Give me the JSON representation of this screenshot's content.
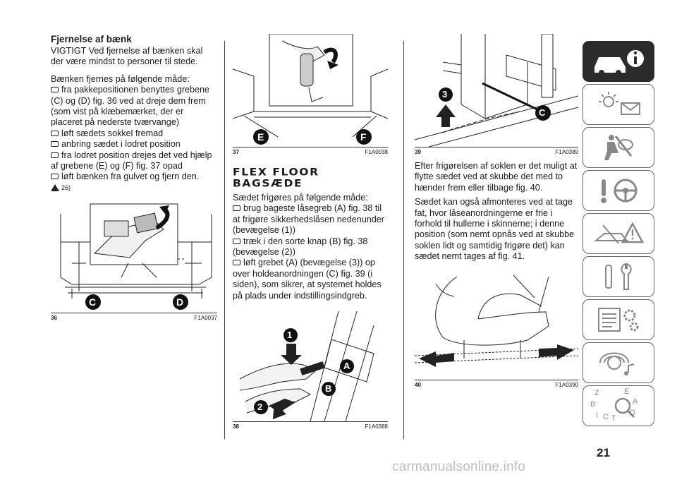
{
  "col1": {
    "heading": "Fjernelse af bænk",
    "warning_para": "VIGTIGT Ved fjernelse af bænken skal der være mindst to personer til stede.",
    "intro": "Bænken fjernes på følgende måde:",
    "bullets": [
      "fra pakkepositionen benyttes grebene (C) og (D) fig. 36 ved at dreje dem frem (som vist på klæbemærket, der er placeret på nederste tværvange)",
      "løft sædets sokkel fremad",
      "anbring sædet i lodret position",
      "fra lodret position drejes det ved hjælp af grebene (E) og (F) fig. 37 opad",
      "løft bænken fra gulvet og fjern den."
    ],
    "warning_ref": "26)",
    "figure": {
      "number": "36",
      "code": "F1A0037",
      "labels": [
        "C",
        "D"
      ]
    }
  },
  "col2": {
    "figure_top": {
      "number": "37",
      "code": "F1A0038",
      "labels": [
        "E",
        "F"
      ]
    },
    "heading": "FLEX FLOOR BAGSÆDE",
    "intro": "Sædet frigøres på følgende måde:",
    "bullets": [
      "brug bageste låsegreb (A) fig. 38 til at frigøre sikkerhedslåsen nedenunder (bevægelse (1))",
      "træk i den sorte knap (B) fig. 38 (bevægelse (2))",
      "løft grebet (A) (bevægelse (3)) op over holdeanordningen (C) fig. 39 (i siden), som sikrer, at systemet holdes på plads under indstillingsindgreb."
    ],
    "figure_bottom": {
      "number": "38",
      "code": "F1A0388",
      "labels": [
        "1",
        "A",
        "B",
        "2"
      ]
    }
  },
  "col3": {
    "figure_top": {
      "number": "39",
      "code": "F1A0389",
      "labels": [
        "3",
        "C"
      ]
    },
    "para1": "Efter frigørelsen af soklen er det muligt at flytte sædet ved at skubbe det med to hænder frem eller tilbage fig. 40.",
    "para2": "Sædet kan også afmonteres ved at tage fat, hvor låseanordningerne er frie i forhold til hullerne i skinnerne; i denne position (som nemt opnås ved at skubbe soklen lidt og samtidig frigøre det) kan sædet nemt tages af fig. 41.",
    "figure_bottom": {
      "number": "40",
      "code": "F1A0390"
    }
  },
  "page_number": "21",
  "watermark": "carmanualsonline.info",
  "sidebar_tabs": [
    {
      "icon": "car-info-icon",
      "active": true
    },
    {
      "icon": "dashboard-lights-icon",
      "active": false
    },
    {
      "icon": "airbag-safety-icon",
      "active": false
    },
    {
      "icon": "steering-wheel-icon",
      "active": false
    },
    {
      "icon": "breakdown-warning-icon",
      "active": false
    },
    {
      "icon": "maintenance-tools-icon",
      "active": false
    },
    {
      "icon": "technical-data-icon",
      "active": false
    },
    {
      "icon": "multimedia-icon",
      "active": false
    },
    {
      "icon": "alphabetical-index-icon",
      "active": false
    }
  ],
  "sidebar_index_letters": [
    "Z",
    "E",
    "B",
    "A",
    "I",
    "C",
    "T",
    "D"
  ],
  "colors": {
    "text": "#1a1a1a",
    "tab_active": "#2b2b2b",
    "tab_border": "#666666",
    "watermark": "#bdbdbd"
  }
}
